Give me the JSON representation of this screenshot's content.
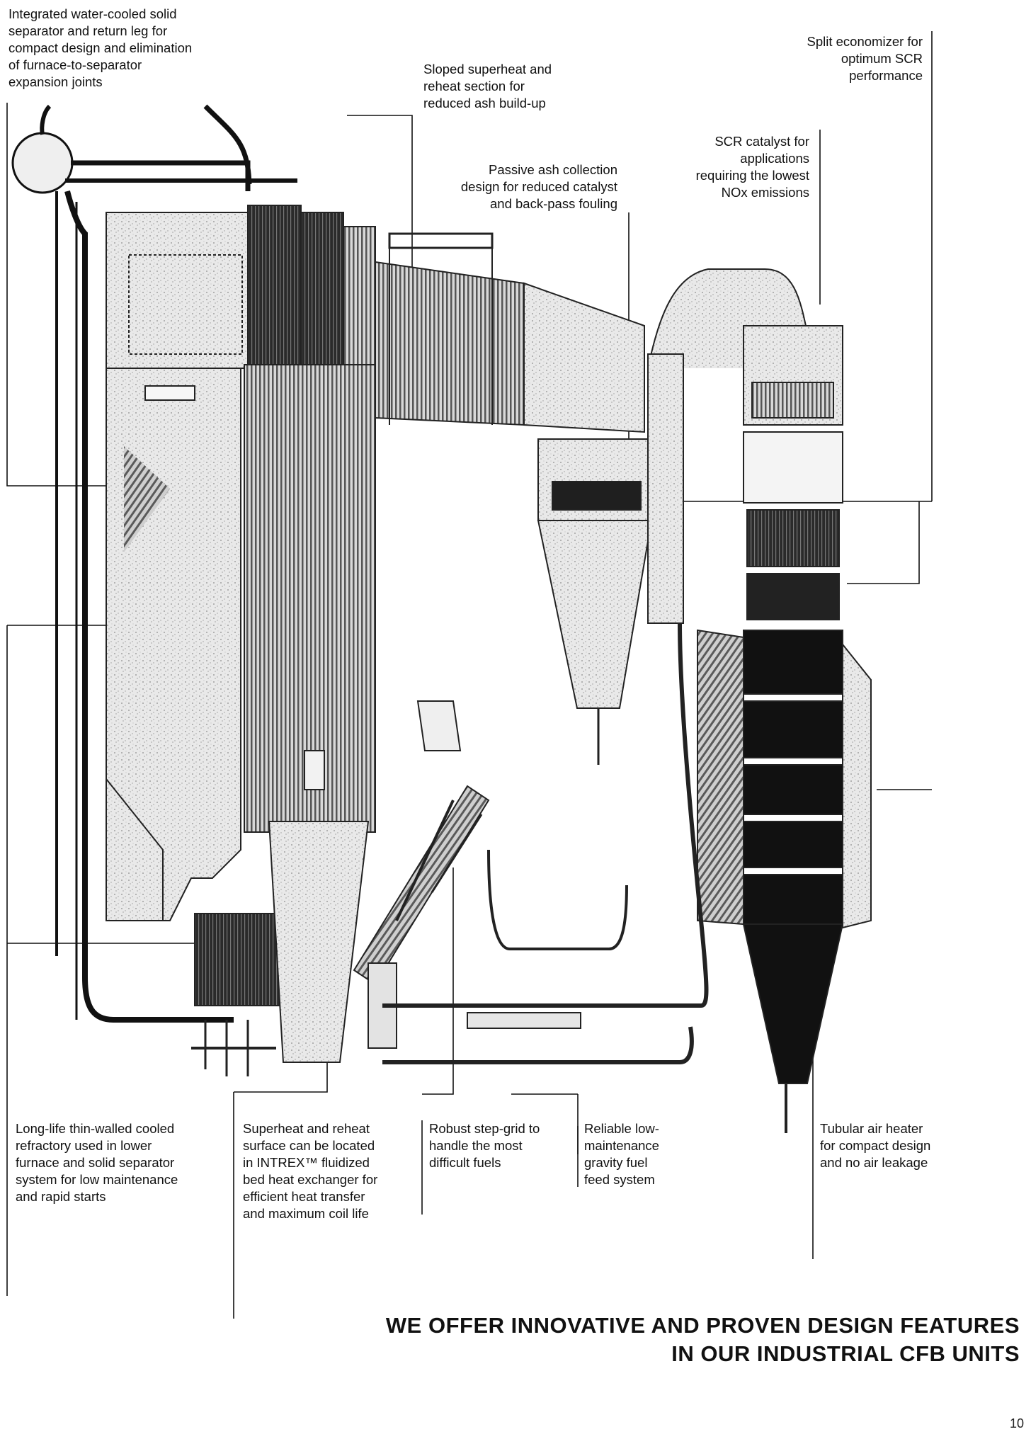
{
  "callouts": {
    "separator": "Integrated water-cooled solid\nseparator and return leg for\ncompact design and elimination\nof furnace-to-separator\nexpansion joints",
    "sloped": "Sloped superheat and\nreheat section for\nreduced ash build-up",
    "split_economizer": "Split economizer for\noptimum SCR\nperformance",
    "scr_catalyst": "SCR catalyst for\napplications\nrequiring the lowest\nNOx emissions",
    "passive_ash": "Passive ash collection\ndesign for reduced catalyst\nand back-pass fouling",
    "refractory": "Long-life thin-walled cooled\nrefractory used in lower\nfurnace and solid separator\nsystem for low maintenance\nand rapid starts",
    "intrex": "Superheat and reheat\nsurface can be located\nin INTREX™ fluidized\nbed heat exchanger for\nefficient heat transfer\nand maximum coil life",
    "step_grid": "Robust step-grid to\nhandle the most\ndifficult fuels",
    "fuel_feed": "Reliable low-\nmaintenance\ngravity fuel\nfeed system",
    "air_heater": "Tubular air heater\nfor compact design\nand no air leakage"
  },
  "headline": {
    "line1": "WE OFFER INNOVATIVE AND PROVEN DESIGN FEATURES",
    "line2": "IN OUR INDUSTRIAL CFB UNITS"
  },
  "page_number": "10"
}
